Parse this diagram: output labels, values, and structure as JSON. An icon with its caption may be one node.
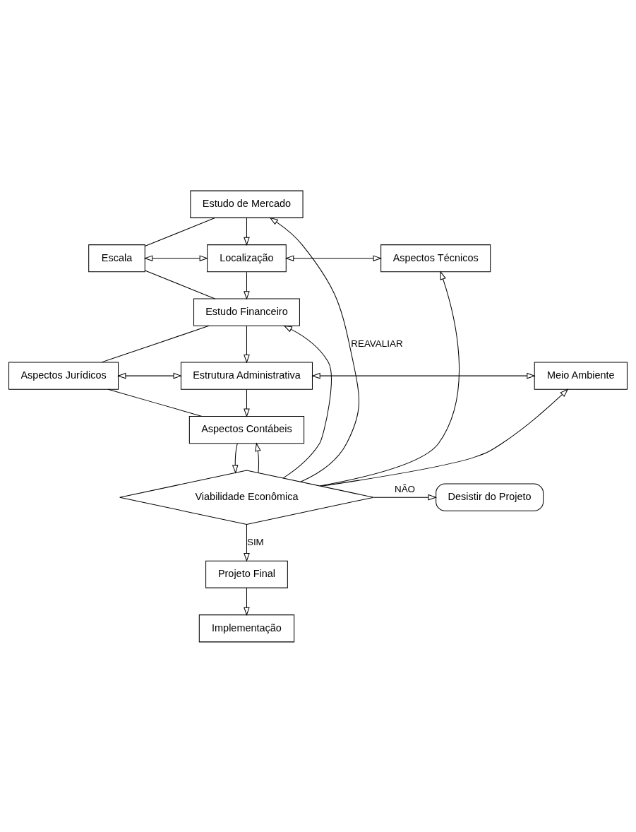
{
  "diagram": {
    "nodes": [
      {
        "text": [
          "Estudo de Mercado"
        ]
      },
      {
        "text": [
          "Escala"
        ]
      },
      {
        "text": [
          "Localização"
        ]
      },
      {
        "text": [
          "Aspectos Técnicos"
        ]
      },
      {
        "text": [
          "Estudo Financeiro"
        ]
      },
      {
        "text": [
          "Aspectos Jurídicos"
        ]
      },
      {
        "text": [
          "Estrutura Administrativa"
        ]
      },
      {
        "text": [
          "Meio Ambiente"
        ]
      },
      {
        "text": [
          "Aspectos Contábeis"
        ]
      },
      {
        "text": [
          "Desistir do Projeto"
        ]
      },
      {
        "text": [
          "Viabilidade Econômica"
        ]
      },
      {
        "text": [
          "Projeto Final"
        ]
      },
      {
        "text": [
          "Implementação"
        ]
      }
    ],
    "edges": [
      {
        "from": 0,
        "to": 2,
        "arrow": "to"
      },
      {
        "from": 1,
        "to": 2,
        "arrow": "both"
      },
      {
        "from": 2,
        "to": 3,
        "arrow": "both"
      },
      {
        "from": 2,
        "to": 4,
        "arrow": "to"
      },
      {
        "from": 4,
        "to": 6,
        "arrow": "to"
      },
      {
        "from": 5,
        "to": 6,
        "arrow": "both"
      },
      {
        "from": 6,
        "to": 7,
        "arrow": "both"
      },
      {
        "from": 6,
        "to": 8,
        "arrow": "to"
      },
      {
        "from": 8,
        "to": 10,
        "arrow": "to"
      },
      {
        "from": 10,
        "to": 9,
        "arrow": "to",
        "label": "NÃO"
      },
      {
        "from": 10,
        "to": 11,
        "arrow": "to",
        "label": "SIM"
      },
      {
        "from": 11,
        "to": 12,
        "arrow": "to"
      },
      {
        "from": 10,
        "to": 0,
        "arrow": "to",
        "label": "REAVALIAR"
      },
      {
        "from": 10,
        "to": 3,
        "arrow": "to"
      },
      {
        "from": 10,
        "to": 4,
        "arrow": "to"
      },
      {
        "from": 10,
        "to": 7,
        "arrow": "to"
      },
      {
        "from": 10,
        "to": 8,
        "arrow": "to"
      },
      {
        "from": 0,
        "to": 1,
        "arrow": "none"
      },
      {
        "from": 1,
        "to": 4,
        "arrow": "none"
      },
      {
        "from": 4,
        "to": 5,
        "arrow": "none"
      },
      {
        "from": 5,
        "to": 8,
        "arrow": "none"
      }
    ]
  }
}
